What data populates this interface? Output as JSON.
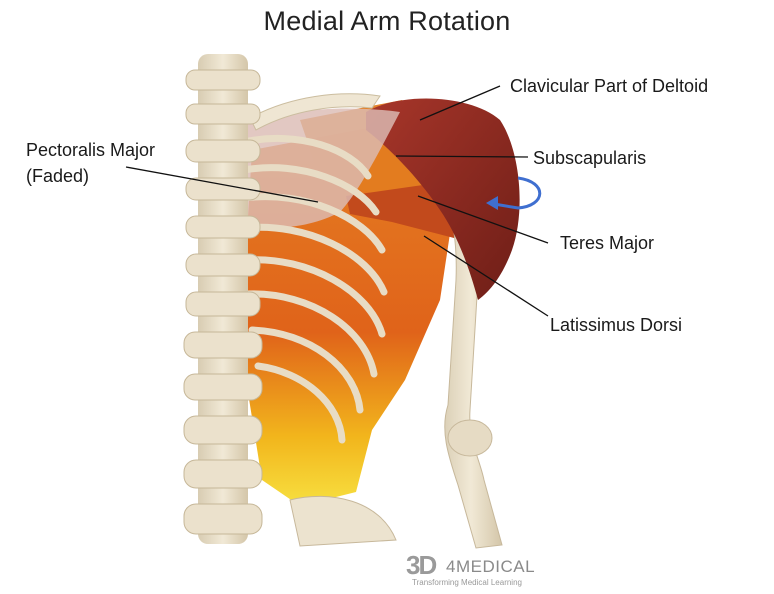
{
  "title": "Medial Arm Rotation",
  "labels": {
    "clavicular_deltoid": "Clavicular Part of Deltoid",
    "subscapularis": "Subscapularis",
    "pectoralis_line1": "Pectoralis Major",
    "pectoralis_line2": "(Faded)",
    "teres_major": "Teres Major",
    "latissimus_dorsi": "Latissimus Dorsi"
  },
  "logo": {
    "mark": "3D",
    "word": "4MEDICAL",
    "tagline": "Transforming Medical Learning"
  },
  "colors": {
    "bone": "#e9dfca",
    "deltoid": "#8e2a20",
    "muscle_orange": "#e07a1e",
    "muscle_yellow": "#f4d21f",
    "pectoralis_faded": "#d9b9b3",
    "rotation_arrow": "#3f6fd0"
  }
}
